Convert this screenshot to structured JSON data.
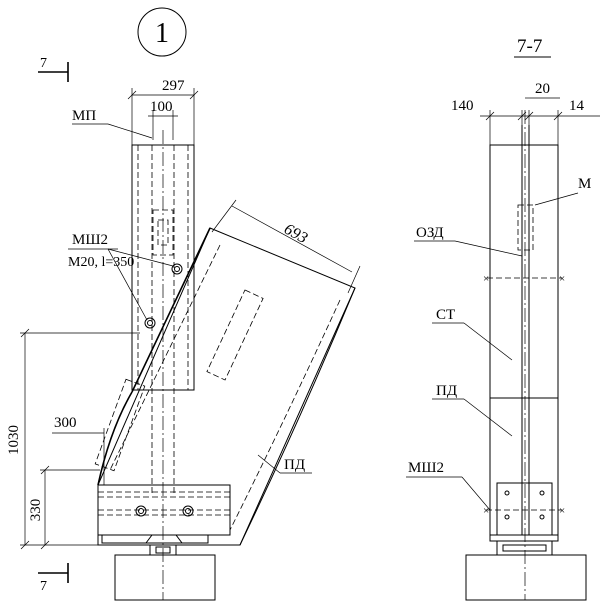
{
  "view1": {
    "number": "1",
    "section_mark": "7",
    "dims": {
      "top_width": "297",
      "inner_width": "100",
      "diag_length": "693",
      "height_total": "1030",
      "height_low": "330",
      "offset": "300"
    },
    "labels": {
      "mp": "МП",
      "msh2": "МШ2",
      "bolt_spec": "М20, l=350",
      "pd": "ПД"
    }
  },
  "view2": {
    "title": "7-7",
    "dims": {
      "left": "140",
      "middle": "20",
      "right": "14"
    },
    "labels": {
      "m_partial": "М",
      "ozd": "ОЗД",
      "st": "СТ",
      "pd": "ПД",
      "msh2": "МШ2"
    }
  }
}
